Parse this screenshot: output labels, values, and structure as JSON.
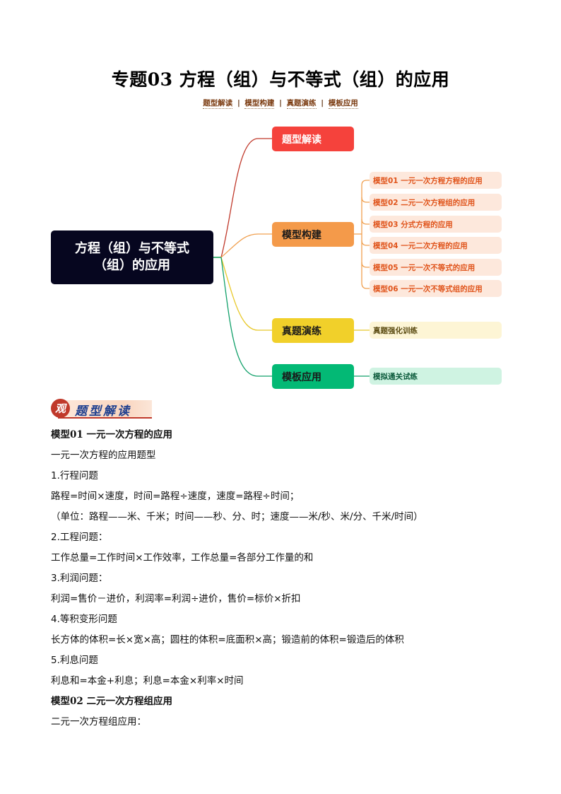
{
  "document": {
    "title": "专题03 方程（组）与不等式（组）的应用",
    "subtitle": [
      "题型解读",
      "模型构建",
      "真题演练",
      "模板应用"
    ],
    "subtitle_separator": "|"
  },
  "mindmap": {
    "root": {
      "line1": "方程（组）与不等式",
      "line2": "（组）的应用",
      "color": "#06061f"
    },
    "branches": [
      {
        "label": "题型解读",
        "color": "#f5423c",
        "children": []
      },
      {
        "label": "模型构建",
        "color": "#f49a4a",
        "children": [
          "模型01 一元一次方程方程的应用",
          "模型02 二元一次方程组的应用",
          "模型03 分式方程的应用",
          "模型04 一元二次方程的应用",
          "模型05 一元一次不等式的应用",
          "模型06 一元一次不等式组的应用"
        ]
      },
      {
        "label": "真题演练",
        "color": "#f1d02a",
        "children": [
          "真题强化训练"
        ]
      },
      {
        "label": "模板应用",
        "color": "#03b975",
        "children": [
          "模拟通关试练"
        ]
      }
    ]
  },
  "section": {
    "badge_icon": "观",
    "badge_label": "题型解读"
  },
  "content": {
    "lines": [
      {
        "type": "heading",
        "text": "模型01  一元一次方程的应用"
      },
      {
        "type": "text",
        "text": "一元一次方程的应用题型"
      },
      {
        "type": "text",
        "text": "1.行程问题"
      },
      {
        "type": "text",
        "text": "路程=时间×速度，时间=路程÷速度，速度=路程÷时间；"
      },
      {
        "type": "text",
        "text": "（单位：路程——米、千米；时间——秒、分、时；速度——米/秒、米/分、千米/时间）"
      },
      {
        "type": "text",
        "text": "2.工程问题："
      },
      {
        "type": "text",
        "text": "工作总量=工作时间×工作效率，工作总量=各部分工作量的和"
      },
      {
        "type": "text",
        "text": "3.利润问题："
      },
      {
        "type": "text",
        "text": "利润=售价－进价，利润率=利润÷进价，售价=标价×折扣"
      },
      {
        "type": "text",
        "text": "4.等积变形问题"
      },
      {
        "type": "text",
        "text": "长方体的体积=长×宽×高；圆柱的体积=底面积×高；锻造前的体积=锻造后的体积"
      },
      {
        "type": "text",
        "text": "5.利息问题"
      },
      {
        "type": "text",
        "text": "利息和=本金+利息；利息=本金×利率×时间"
      },
      {
        "type": "heading",
        "text": "模型02  二元一次方程组应用"
      },
      {
        "type": "text",
        "text": "二元一次方程组应用："
      }
    ]
  }
}
